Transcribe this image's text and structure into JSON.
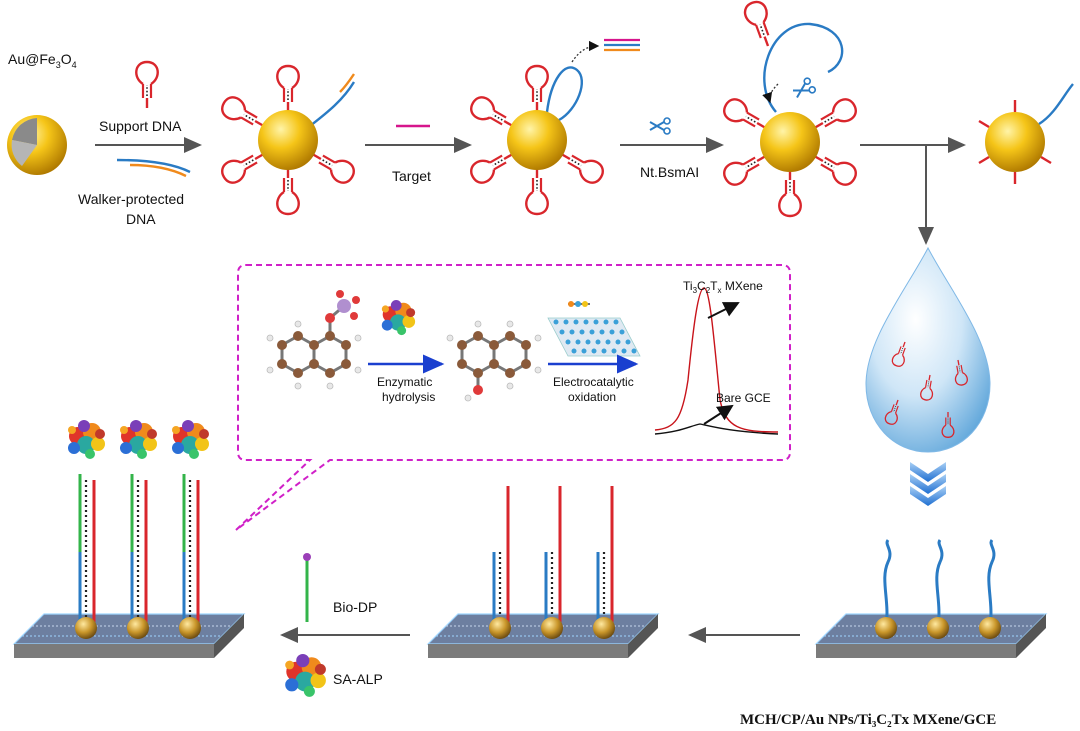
{
  "labels": {
    "core": "Au@Fe",
    "core_sub1": "3",
    "core_o": "O",
    "core_sub2": "4",
    "support_dna": "Support DNA",
    "walker_line1": "Walker-protected",
    "walker_line2": "DNA",
    "target": "Target",
    "enzyme": "Nt.BsmAI",
    "enzymatic_1": "Enzymatic",
    "enzymatic_2": "hydrolysis",
    "electro_1": "Electrocatalytic",
    "electro_2": "oxidation",
    "mxene_T1": "Ti",
    "mxene_s1": "3",
    "mxene_C": "C",
    "mxene_s2": "2",
    "mxene_T2": "T",
    "mxene_s3": "x",
    "mxene_word": " MXene",
    "bare_gce": "Bare GCE",
    "bio_dp": "Bio-DP",
    "sa_alp": "SA-ALP",
    "electrode": "MCH/CP/Au NPs/Ti₃C₂Tx  MXene/GCE"
  },
  "colors": {
    "gold": "#f2b705",
    "hairpin": "#d9262c",
    "walker": "#2a7bc4",
    "target": "#d6158c",
    "green_probe": "#33b44a",
    "dashed_box": "#d020c8",
    "blue_arrow": "#1a3fcf"
  }
}
